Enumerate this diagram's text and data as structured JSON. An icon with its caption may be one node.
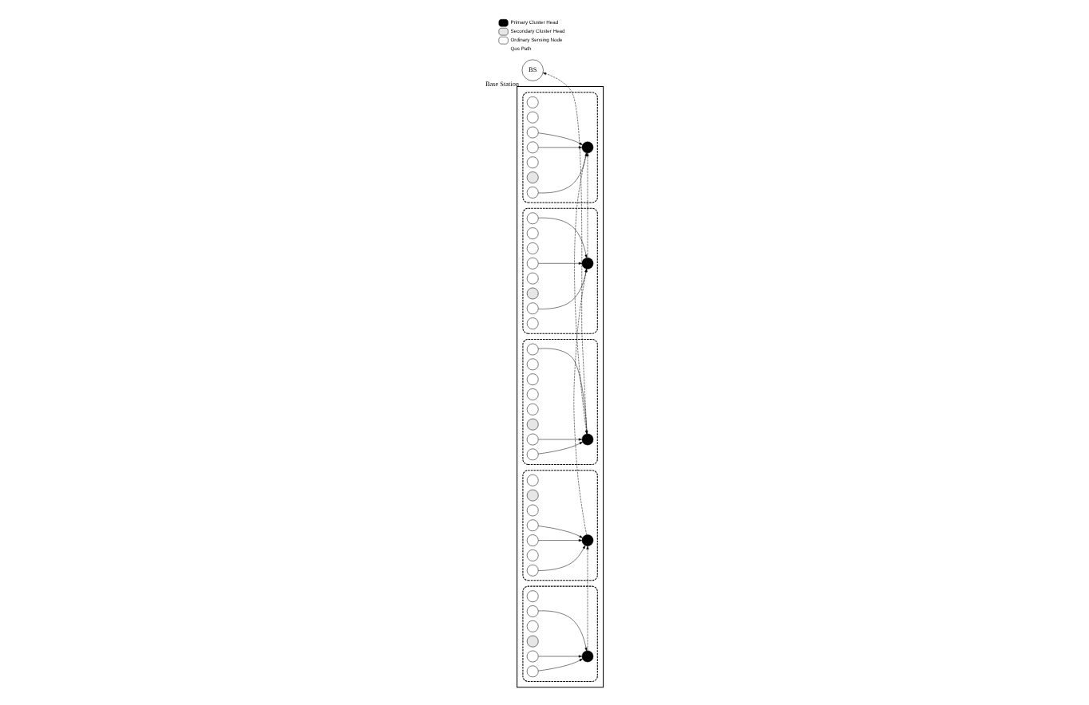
{
  "diagram": {
    "nodes": [
      {
        "text": [
          "BS"
        ],
        "beside": [
          "Base Station"
        ]
      },
      {
        "text": [],
        "shape": "box"
      },
      {
        "text": [],
        "shape": "region",
        "in": 1
      },
      {
        "text": [],
        "shape": "circle",
        "in": 2
      },
      {
        "text": [],
        "shape": "circle",
        "in": 2
      },
      {
        "text": [],
        "shape": "circle",
        "in": 2
      },
      {
        "text": [],
        "shape": "circle",
        "in": 2
      },
      {
        "text": [],
        "shape": "circle",
        "in": 2
      },
      {
        "text": [],
        "shape": "circle",
        "in": 2
      },
      {
        "text": [],
        "shape": "circle",
        "in": 2
      },
      {
        "text": [],
        "shape": "circle",
        "in": 2
      },
      {
        "text": [],
        "shape": "region",
        "in": 1
      },
      {
        "text": [],
        "shape": "circle",
        "in": 11
      },
      {
        "text": [],
        "shape": "circle",
        "in": 11
      },
      {
        "text": [],
        "shape": "circle",
        "in": 11
      },
      {
        "text": [],
        "shape": "circle",
        "in": 11
      },
      {
        "text": [],
        "shape": "circle",
        "in": 11
      },
      {
        "text": [],
        "shape": "circle",
        "in": 11
      },
      {
        "text": [],
        "shape": "circle",
        "in": 11
      },
      {
        "text": [],
        "shape": "circle",
        "in": 11
      },
      {
        "text": [],
        "shape": "circle",
        "in": 11
      },
      {
        "text": [],
        "shape": "region",
        "in": 1
      },
      {
        "text": [],
        "shape": "circle",
        "in": 21
      },
      {
        "text": [],
        "shape": "circle",
        "in": 21
      },
      {
        "text": [],
        "shape": "circle",
        "in": 21
      },
      {
        "text": [],
        "shape": "circle",
        "in": 21
      },
      {
        "text": [],
        "shape": "circle",
        "in": 21
      },
      {
        "text": [],
        "shape": "circle",
        "in": 21
      },
      {
        "text": [],
        "shape": "circle",
        "in": 21
      },
      {
        "text": [],
        "shape": "circle",
        "in": 21
      },
      {
        "text": [],
        "shape": "circle",
        "in": 21
      },
      {
        "text": [],
        "shape": "region",
        "in": 1
      },
      {
        "text": [],
        "shape": "circle",
        "in": 31
      },
      {
        "text": [],
        "shape": "circle",
        "in": 31
      },
      {
        "text": [],
        "shape": "circle",
        "in": 31
      },
      {
        "text": [],
        "shape": "circle",
        "in": 31
      },
      {
        "text": [],
        "shape": "circle",
        "in": 31
      },
      {
        "text": [],
        "shape": "circle",
        "in": 31
      },
      {
        "text": [],
        "shape": "circle",
        "in": 31
      },
      {
        "text": [],
        "shape": "circle",
        "in": 31
      },
      {
        "text": [],
        "shape": "region",
        "in": 1
      },
      {
        "text": [],
        "shape": "circle",
        "in": 40
      },
      {
        "text": [],
        "shape": "circle",
        "in": 40
      },
      {
        "text": [],
        "shape": "circle",
        "in": 40
      },
      {
        "text": [],
        "shape": "circle",
        "in": 40
      },
      {
        "text": [],
        "shape": "circle",
        "in": 40
      },
      {
        "text": [],
        "shape": "circle",
        "in": 40
      },
      {
        "text": [],
        "shape": "circle",
        "in": 40
      }
    ],
    "edges": [
      {
        "from": 6,
        "to": 7,
        "arrow": "to"
      },
      {
        "from": 5,
        "to": 7,
        "arrow": "to"
      },
      {
        "from": 10,
        "to": 7,
        "arrow": "to"
      },
      {
        "from": 12,
        "to": 17,
        "arrow": "to"
      },
      {
        "from": 15,
        "to": 17,
        "arrow": "to"
      },
      {
        "from": 19,
        "to": 17,
        "arrow": "to"
      },
      {
        "from": 22,
        "to": 26,
        "arrow": "to"
      },
      {
        "from": 29,
        "to": 26,
        "arrow": "to"
      },
      {
        "from": 30,
        "to": 26,
        "arrow": "to"
      },
      {
        "from": 36,
        "to": 37,
        "arrow": "to"
      },
      {
        "from": 39,
        "to": 37,
        "arrow": "to"
      },
      {
        "from": 35,
        "to": 37,
        "arrow": "to"
      },
      {
        "from": 42,
        "to": 45,
        "arrow": "to"
      },
      {
        "from": 46,
        "to": 45,
        "arrow": "to"
      },
      {
        "from": 47,
        "to": 45,
        "arrow": "to"
      },
      {
        "from": 17,
        "to": 7,
        "arrow": "to",
        "style": "dashed"
      },
      {
        "from": 7,
        "to": 26,
        "arrow": "to",
        "style": "dashed"
      },
      {
        "from": 26,
        "to": 0,
        "arrow": "to",
        "style": "dashed"
      },
      {
        "from": 45,
        "to": 37,
        "arrow": "to",
        "style": "dashed"
      },
      {
        "from": 37,
        "to": 17,
        "arrow": "to",
        "style": "dashed"
      }
    ],
    "legend": [
      {
        "text": "Primary Cluster Head",
        "color": "#000000"
      },
      {
        "text": "Secondary Cluster Head",
        "color": "#e6e6e6"
      },
      {
        "text": "Ordinary Sensing Node",
        "color": "#ffffff"
      },
      {
        "text": "Qos Path"
      }
    ]
  }
}
